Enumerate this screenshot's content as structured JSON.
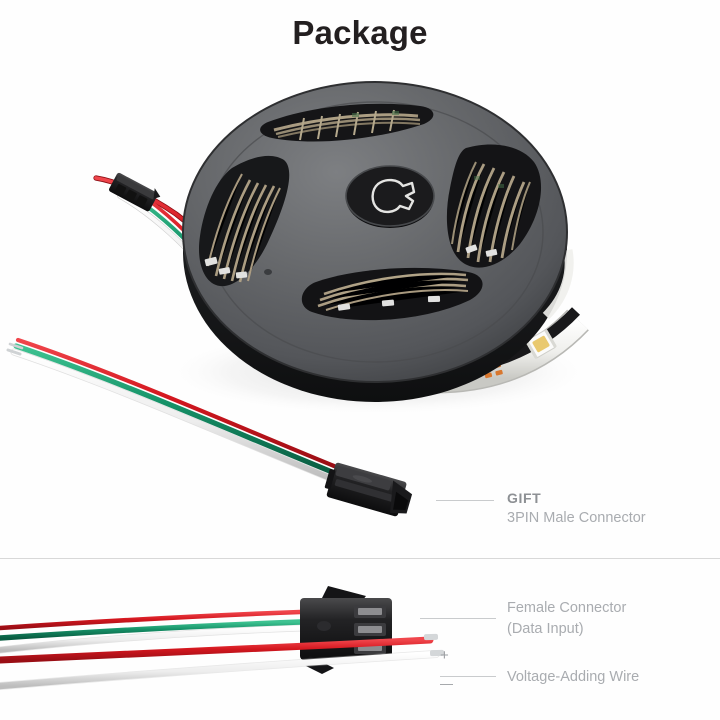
{
  "page": {
    "title": "Package",
    "background": "#ffffff"
  },
  "colors": {
    "title_text": "#231f20",
    "label_bold": "#8d9094",
    "label_regular": "#a9acb0",
    "leader_line": "#c9cbcd",
    "divider": "#d8d8d8",
    "reel_body": "#5e6063",
    "reel_dark": "#2b2c2e",
    "wire_red": "#d91f26",
    "wire_green": "#1f9b6e",
    "wire_white": "#f2f2f2",
    "strip_pcb": "#f4f4f2",
    "strip_black": "#1a1a1a",
    "solder_pad": "#d8772e",
    "led_body": "#ffffff",
    "led_phosphor": "#e8c870"
  },
  "callouts": [
    {
      "id": "gift",
      "title": "GIFT",
      "subtitle": "3PIN Male Connector"
    },
    {
      "id": "female-connector",
      "title": "Female Connector",
      "subtitle": "(Data Input)"
    },
    {
      "id": "voltage-wire",
      "title": "Voltage-Adding Wire",
      "subtitle": ""
    }
  ],
  "polarity": {
    "positive": "+",
    "negative": "—"
  },
  "objects": {
    "reel": "led-strip-reel",
    "male_connector": "3pin-male-connector",
    "female_connector": "3pin-female-connector",
    "power_wires": "voltage-adding-wire"
  }
}
